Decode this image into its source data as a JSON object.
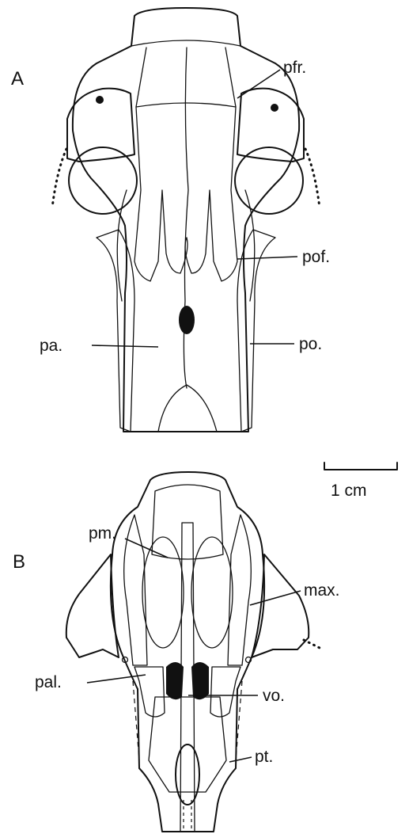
{
  "figure": {
    "panels": {
      "a": "A",
      "b": "B"
    },
    "scale_bar": "1 cm",
    "dorsal_labels": {
      "pfr": "pfr.",
      "pof": "pof.",
      "pa": "pa.",
      "po": "po."
    },
    "ventral_labels": {
      "pm": "pm.",
      "max": "max.",
      "pal": "pal.",
      "vo": "vo.",
      "pt": "pt."
    }
  }
}
